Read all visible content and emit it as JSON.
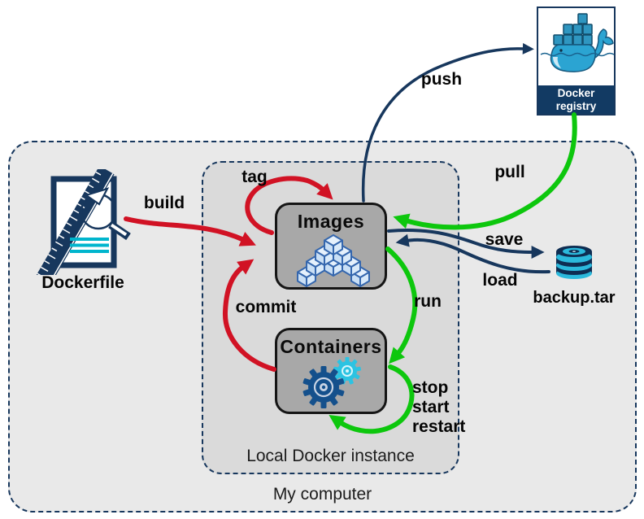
{
  "colors": {
    "red": "#d11224",
    "green": "#0dc70d",
    "navy": "#17375d",
    "cyan": "#00b5cd",
    "gear-blue": "#14508c",
    "gear-cyan": "#2cc3e2",
    "cube-stroke": "#3567ae",
    "node-fill": "#a8a8a8",
    "node-border": "#151515",
    "inner-fill": "#dadada",
    "outer-fill": "#e9e9e9",
    "registry-navy": "#123a63",
    "whale-blue": "#2ba4d2"
  },
  "diagram": {
    "outer_box": {
      "label": "My computer"
    },
    "inner_box": {
      "label": "Local Docker instance"
    },
    "nodes": {
      "images": {
        "title": "Images"
      },
      "containers": {
        "title": "Containers"
      },
      "dockerfile": {
        "label": "Dockerfile"
      },
      "registry": {
        "label_line1": "Docker",
        "label_line2": "registry"
      },
      "backup": {
        "label": "backup.tar"
      }
    },
    "edges": {
      "build": {
        "label": "build",
        "color": "red",
        "from": "Dockerfile",
        "to": "Images"
      },
      "tag": {
        "label": "tag",
        "color": "red",
        "from": "Images",
        "to": "Images"
      },
      "commit": {
        "label": "commit",
        "color": "red",
        "from": "Containers",
        "to": "Images"
      },
      "push": {
        "label": "push",
        "color": "navy",
        "from": "Images",
        "to": "Docker registry"
      },
      "pull": {
        "label": "pull",
        "color": "green",
        "from": "Docker registry",
        "to": "Images"
      },
      "save": {
        "label": "save",
        "color": "navy",
        "from": "Images",
        "to": "backup.tar"
      },
      "load": {
        "label": "load",
        "color": "navy",
        "from": "backup.tar",
        "to": "Images"
      },
      "run": {
        "label": "run",
        "color": "green",
        "from": "Images",
        "to": "Containers"
      },
      "lifecycle": {
        "labels": [
          "stop",
          "start",
          "restart"
        ],
        "color": "green",
        "from": "Containers",
        "to": "Containers"
      }
    }
  }
}
